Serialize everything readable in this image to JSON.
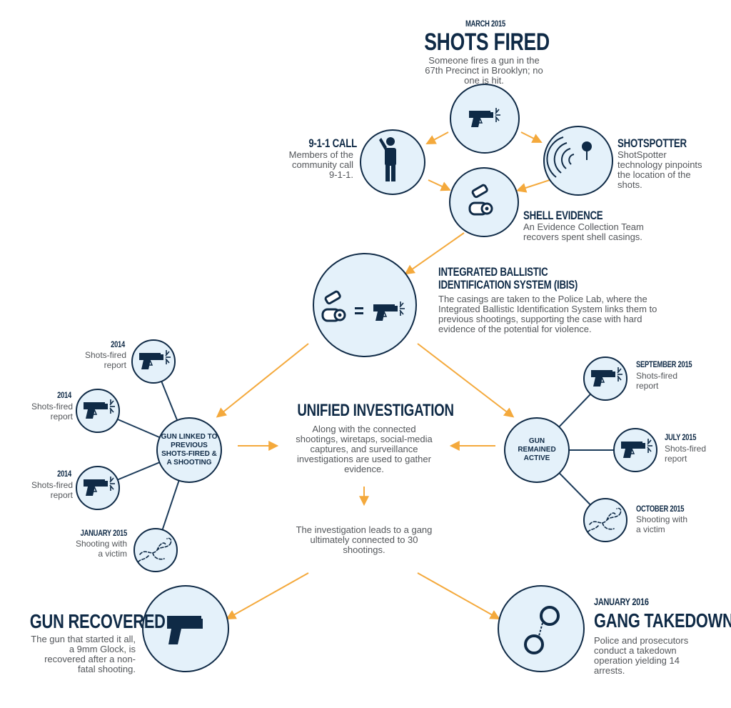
{
  "colors": {
    "navy": "#0f2a46",
    "circle_fill": "#e4f1fa",
    "arrow": "#f4a93c",
    "line": "#1c3b5a",
    "text": "#53565a"
  },
  "shots_fired": {
    "date": "MARCH 2015",
    "title": "SHOTS FIRED",
    "desc": "Someone fires a gun in the 67th Precinct in Brooklyn; no one is hit.",
    "icon": "gun-firing-icon"
  },
  "call_911": {
    "title": "9-1-1 CALL",
    "desc": "Members of the community call 9-1-1.",
    "icon": "person-on-phone-icon"
  },
  "shotspotter": {
    "title": "SHOTSPOTTER",
    "desc": "ShotSpotter technology pinpoints the location of the shots.",
    "icon": "sensor-waves-icon"
  },
  "shell_evidence": {
    "title": "SHELL EVIDENCE",
    "desc": "An Evidence Collection Team recovers spent shell casings.",
    "icon": "shell-casings-icon"
  },
  "ibis": {
    "title_line1": "INTEGRATED BALLISTIC",
    "title_line2": "IDENTIFICATION SYSTEM (IBIS)",
    "desc": "The casings are taken to the Police Lab, where the Integrated Ballistic Identification System links them to previous shootings, supporting the case with hard evidence of the potential for violence.",
    "icon": "casing-equals-gun-icon"
  },
  "linked": {
    "hub_label": "GUN LINKED TO PREVIOUS SHOTS-FIRED & A SHOOTING",
    "events": [
      {
        "date": "2014",
        "label": "Shots-fired report",
        "icon": "gun-firing-icon"
      },
      {
        "date": "2014",
        "label": "Shots-fired report",
        "icon": "gun-firing-icon"
      },
      {
        "date": "2014",
        "label": "Shots-fired report",
        "icon": "gun-firing-icon"
      },
      {
        "date": "JANUARY 2015",
        "label": "Shooting with a victim",
        "icon": "body-outline-icon"
      }
    ]
  },
  "active": {
    "hub_label": "GUN REMAINED ACTIVE",
    "events": [
      {
        "date": "SEPTEMBER 2015",
        "label": "Shots-fired report",
        "icon": "gun-firing-icon"
      },
      {
        "date": "JULY 2015",
        "label": "Shots-fired report",
        "icon": "gun-firing-icon"
      },
      {
        "date": "OCTOBER 2015",
        "label": "Shooting with a victim",
        "icon": "body-outline-icon"
      }
    ]
  },
  "unified": {
    "title": "UNIFIED INVESTIGATION",
    "desc": "Along with the connected shootings, wiretaps, social-media captures, and surveillance investigations are used to gather evidence.",
    "result": "The investigation leads to a gang ultimately connected to 30 shootings."
  },
  "recovered": {
    "title": "GUN RECOVERED",
    "desc": "The gun that started it all, a 9mm Glock, is recovered after a non-fatal shooting.",
    "icon": "handgun-icon"
  },
  "takedown": {
    "date": "JANUARY 2016",
    "title": "GANG TAKEDOWN",
    "desc": "Police and prosecutors conduct a takedown operation yielding 14 arrests.",
    "icon": "handcuffs-icon"
  }
}
